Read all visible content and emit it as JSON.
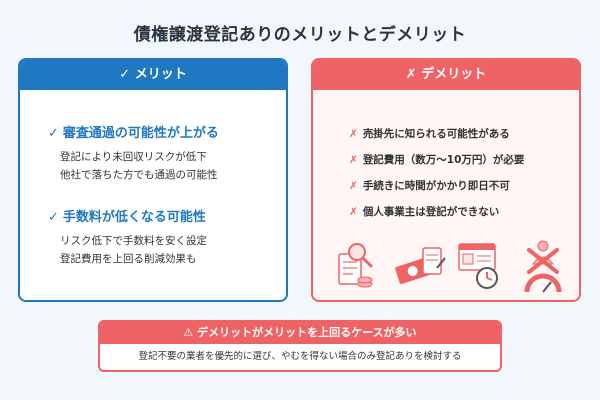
{
  "title": "債権譲渡登記ありのメリットとデメリット",
  "merit": {
    "header": "✓ メリット",
    "items": [
      {
        "check": "✓",
        "title": "審査通過の可能性が上がる",
        "lines": [
          "登記により未回収リスクが低下",
          "他社で落ちた方でも通過の可能性"
        ]
      },
      {
        "check": "✓",
        "title": "手数料が低くなる可能性",
        "lines": [
          "リスク低下で手数料を安く設定",
          "登記費用を上回る削減効果も"
        ]
      }
    ]
  },
  "demerit": {
    "header": "✗ デメリット",
    "items": [
      {
        "mark": "✗",
        "text": "売掛先に知られる可能性がある"
      },
      {
        "mark": "✗",
        "text": "登記費用（数万〜10万円）が必要"
      },
      {
        "mark": "✗",
        "text": "手続きに時間がかかり即日不可"
      },
      {
        "mark": "✗",
        "text": "個人事業主は登記ができない"
      }
    ],
    "icons": [
      "magnifier-document-icon",
      "money-contract-icon",
      "certificate-clock-icon",
      "person-cross-gauge-icon"
    ]
  },
  "notice": {
    "header": "⚠ デメリットがメリットを上回るケースが多い",
    "text": "登記不要の業者を優先的に選び、やむを得ない場合のみ登記ありを検討する"
  },
  "colors": {
    "merit": "#1f78c1",
    "demerit": "#ee6466",
    "background": "#f2f7fb"
  }
}
